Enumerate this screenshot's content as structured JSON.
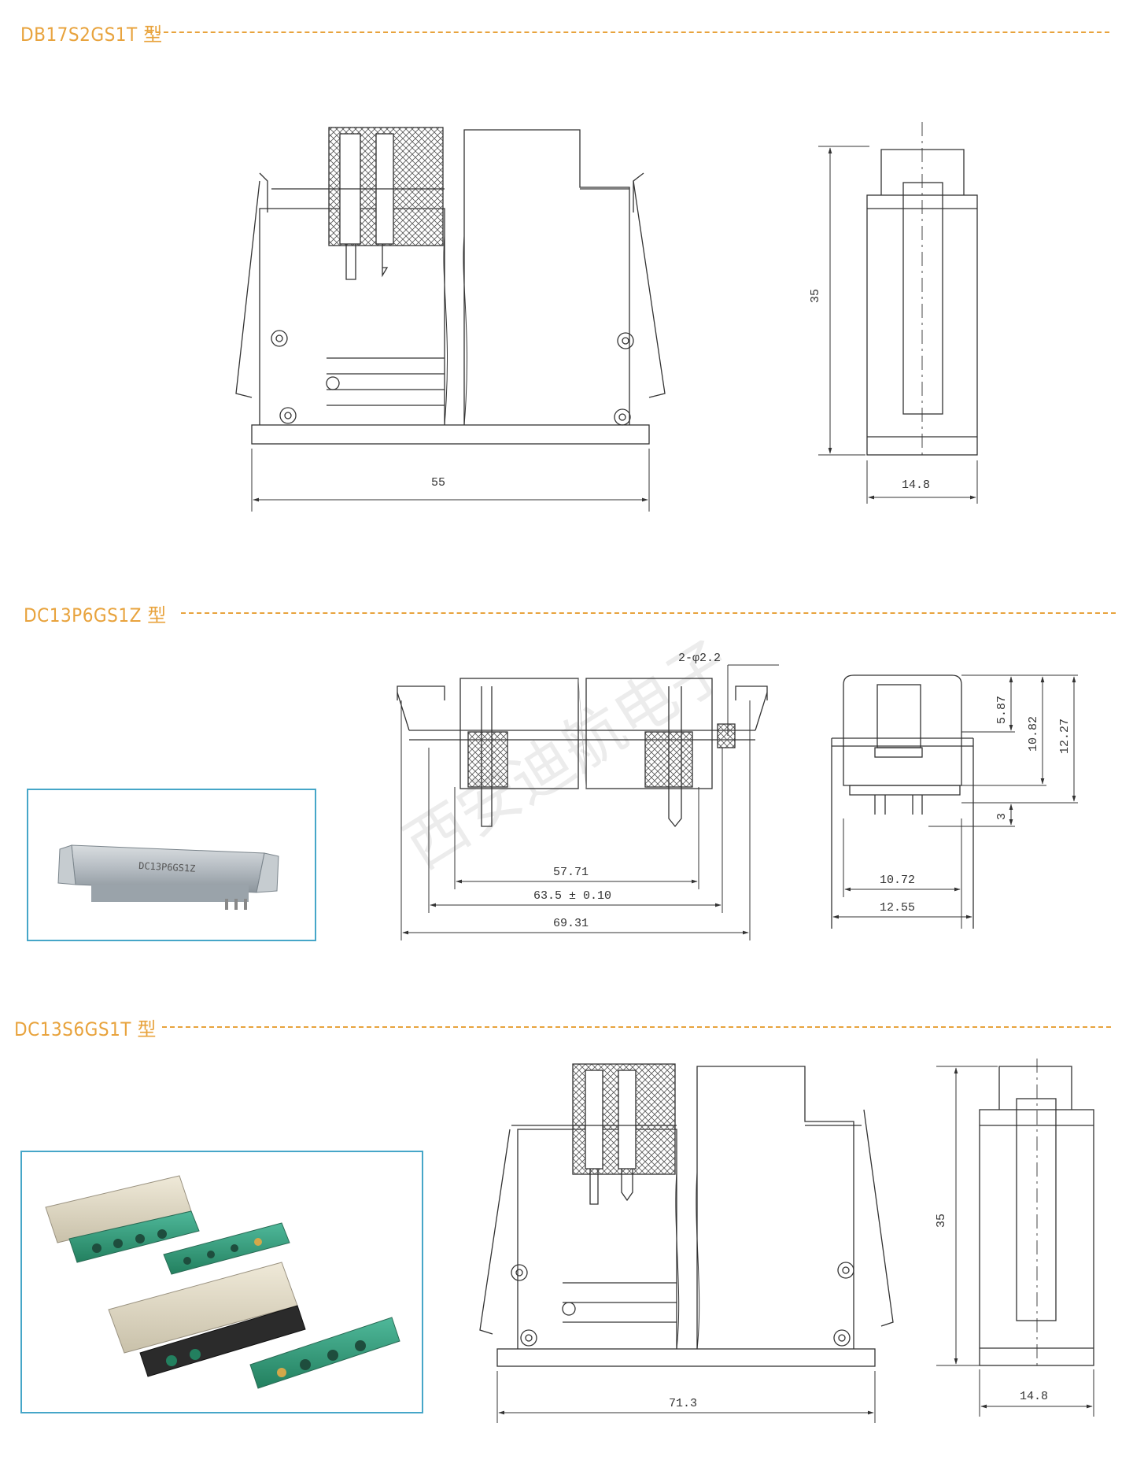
{
  "colors": {
    "accent": "#e8a33d",
    "line": "#333333",
    "photo_border": "#46a6c8"
  },
  "sections": [
    {
      "title": "DB17S2GS1T 型",
      "dims": {
        "width": "55",
        "height": "35",
        "depth": "14.8"
      }
    },
    {
      "title": "DC13P6GS1Z 型",
      "dims": {
        "hole": "2-φ2.2",
        "w1": "57.71",
        "w2": "63.5 ± 0.10",
        "w3": "69.31",
        "h1": "5.87",
        "h2": "10.82",
        "h3": "12.27",
        "h4": "3",
        "d1": "10.72",
        "d2": "12.55"
      },
      "photo": {
        "label": "DC13P6GS1Z"
      }
    },
    {
      "title": "DC13S6GS1T 型",
      "dims": {
        "width": "71.3",
        "height": "35",
        "depth": "14.8"
      }
    }
  ],
  "watermark": "西安迪航电子"
}
